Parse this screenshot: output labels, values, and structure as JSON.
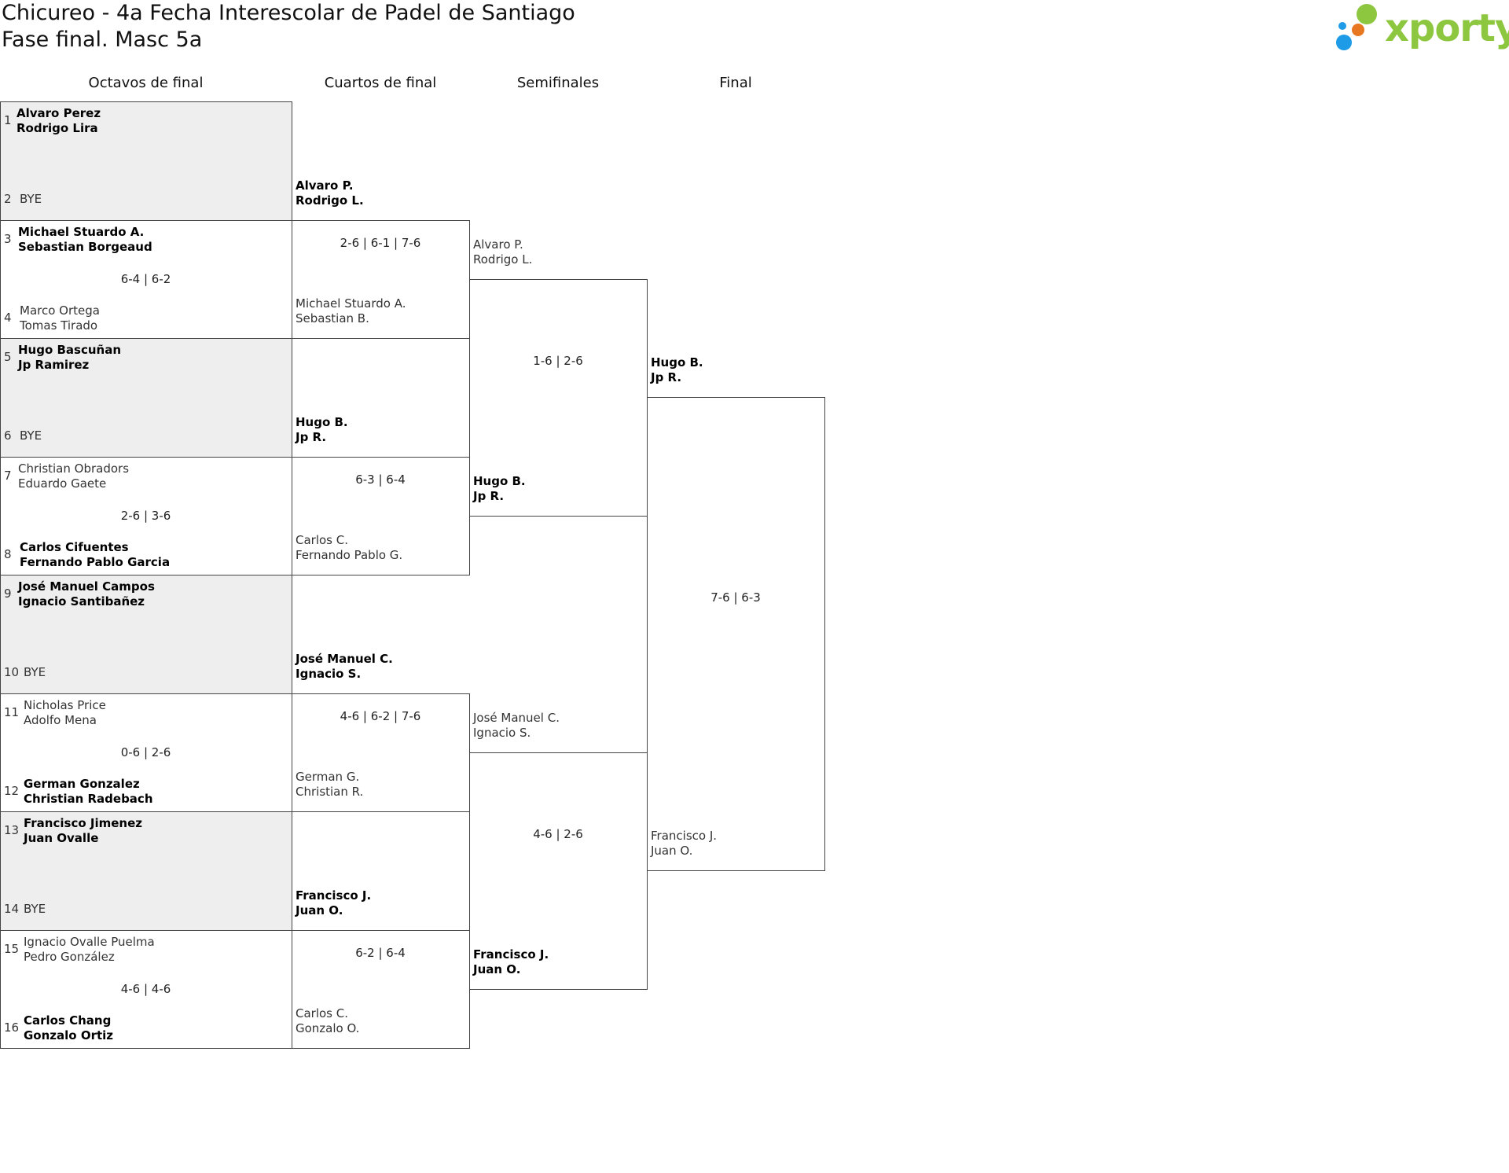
{
  "title": "Chicureo - 4a Fecha Interescolar de Padel de Santiago",
  "subtitle": "Fase final. Masc 5a",
  "logo": {
    "text": "xporty",
    "dot_colors": [
      "#8dc63f",
      "#e87722",
      "#1e9be6"
    ]
  },
  "rounds": [
    "Octavos de final",
    "Cuartos de final",
    "Semifinales",
    "Final"
  ],
  "octavos": [
    {
      "seed_a": "1",
      "a": [
        "Alvaro Perez",
        "Rodrigo Lira"
      ],
      "seed_b": "2",
      "b": [
        "BYE"
      ],
      "score": "",
      "winner": "a",
      "bye": true
    },
    {
      "seed_a": "3",
      "a": [
        "Michael Stuardo A.",
        "Sebastian Borgeaud"
      ],
      "seed_b": "4",
      "b": [
        "Marco Ortega",
        "Tomas Tirado"
      ],
      "score": "6-4 | 6-2",
      "winner": "a",
      "bye": false
    },
    {
      "seed_a": "5",
      "a": [
        "Hugo Bascuñan",
        "Jp Ramirez"
      ],
      "seed_b": "6",
      "b": [
        "BYE"
      ],
      "score": "",
      "winner": "a",
      "bye": true
    },
    {
      "seed_a": "7",
      "a": [
        "Christian Obradors",
        "Eduardo Gaete"
      ],
      "seed_b": "8",
      "b": [
        "Carlos Cifuentes",
        "Fernando Pablo Garcia"
      ],
      "score": "2-6 | 3-6",
      "winner": "b",
      "bye": false
    },
    {
      "seed_a": "9",
      "a": [
        "José Manuel Campos",
        "Ignacio Santibañez"
      ],
      "seed_b": "10",
      "b": [
        "BYE"
      ],
      "score": "",
      "winner": "a",
      "bye": true
    },
    {
      "seed_a": "11",
      "a": [
        "Nicholas Price",
        "Adolfo Mena"
      ],
      "seed_b": "12",
      "b": [
        "German Gonzalez",
        "Christian Radebach"
      ],
      "score": "0-6 | 2-6",
      "winner": "b",
      "bye": false
    },
    {
      "seed_a": "13",
      "a": [
        "Francisco Jimenez",
        "Juan Ovalle"
      ],
      "seed_b": "14",
      "b": [
        "BYE"
      ],
      "score": "",
      "winner": "a",
      "bye": true
    },
    {
      "seed_a": "15",
      "a": [
        "Ignacio Ovalle Puelma",
        "Pedro González"
      ],
      "seed_b": "16",
      "b": [
        "Carlos Chang",
        "Gonzalo Ortiz"
      ],
      "score": "4-6 | 4-6",
      "winner": "b",
      "bye": false
    }
  ],
  "cuartos": [
    {
      "a": [
        "Alvaro P.",
        "Rodrigo L."
      ],
      "b": [
        "Michael Stuardo A.",
        "Sebastian B."
      ],
      "score": "2-6 | 6-1 | 7-6",
      "winner": "a"
    },
    {
      "a": [
        "Hugo B.",
        "Jp R."
      ],
      "b": [
        "Carlos C.",
        "Fernando Pablo G."
      ],
      "score": "6-3 | 6-4",
      "winner": "a"
    },
    {
      "a": [
        "José Manuel C.",
        "Ignacio S."
      ],
      "b": [
        "German G.",
        "Christian R."
      ],
      "score": "4-6 | 6-2 | 7-6",
      "winner": "a"
    },
    {
      "a": [
        "Francisco J.",
        "Juan O."
      ],
      "b": [
        "Carlos C.",
        "Gonzalo O."
      ],
      "score": "6-2 | 6-4",
      "winner": "a"
    }
  ],
  "semis": [
    {
      "a": [
        "Alvaro P.",
        "Rodrigo L."
      ],
      "b": [
        "Hugo B.",
        "Jp R."
      ],
      "score": "1-6 | 2-6",
      "winner": "b"
    },
    {
      "a": [
        "José Manuel C.",
        "Ignacio S."
      ],
      "b": [
        "Francisco J.",
        "Juan O."
      ],
      "score": "4-6 | 2-6",
      "winner": "b"
    }
  ],
  "final": [
    {
      "a": [
        "Hugo B.",
        "Jp R."
      ],
      "b": [
        "Francisco J.",
        "Juan O."
      ],
      "score": "7-6 | 6-3",
      "winner": "a"
    }
  ]
}
